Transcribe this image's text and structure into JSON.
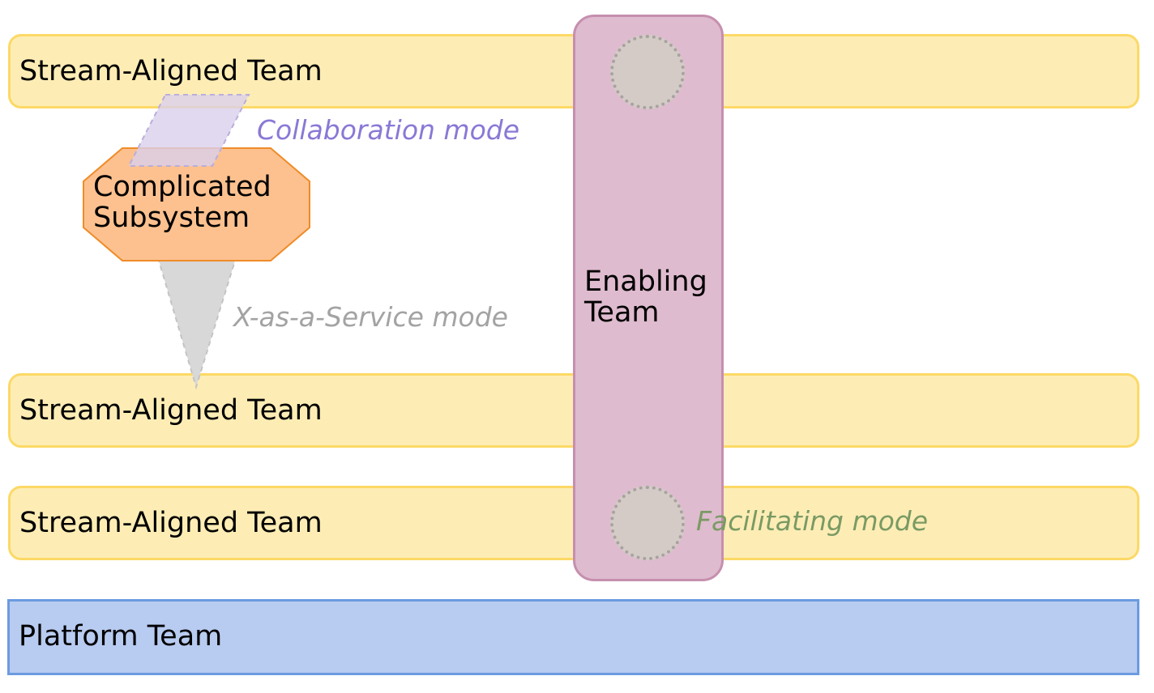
{
  "stream_teams": [
    {
      "label": "Stream-Aligned Team"
    },
    {
      "label": "Stream-Aligned Team"
    },
    {
      "label": "Stream-Aligned Team"
    }
  ],
  "platform_team": {
    "label": "Platform Team"
  },
  "enabling_team": {
    "label": "Enabling\nTeam"
  },
  "complicated_subsystem": {
    "label": "Complicated\nSubsystem"
  },
  "modes": {
    "collaboration": "Collaboration mode",
    "xaas": "X-as-a-Service mode",
    "facilitating": "Facilitating mode"
  },
  "colors": {
    "stream_fill": "#fdedb5",
    "stream_border": "#fcd966",
    "platform_fill": "#b8cbf0",
    "platform_border": "#6b9be0",
    "enabling_fill": "#debbcf",
    "enabling_border": "#c68fae",
    "subsystem_fill": "#fcc18f",
    "subsystem_border": "#ef8c28",
    "collaboration_text": "#8a78d6",
    "xaas_text": "#a3a3a3",
    "facilitating_text": "#7a9a64"
  }
}
